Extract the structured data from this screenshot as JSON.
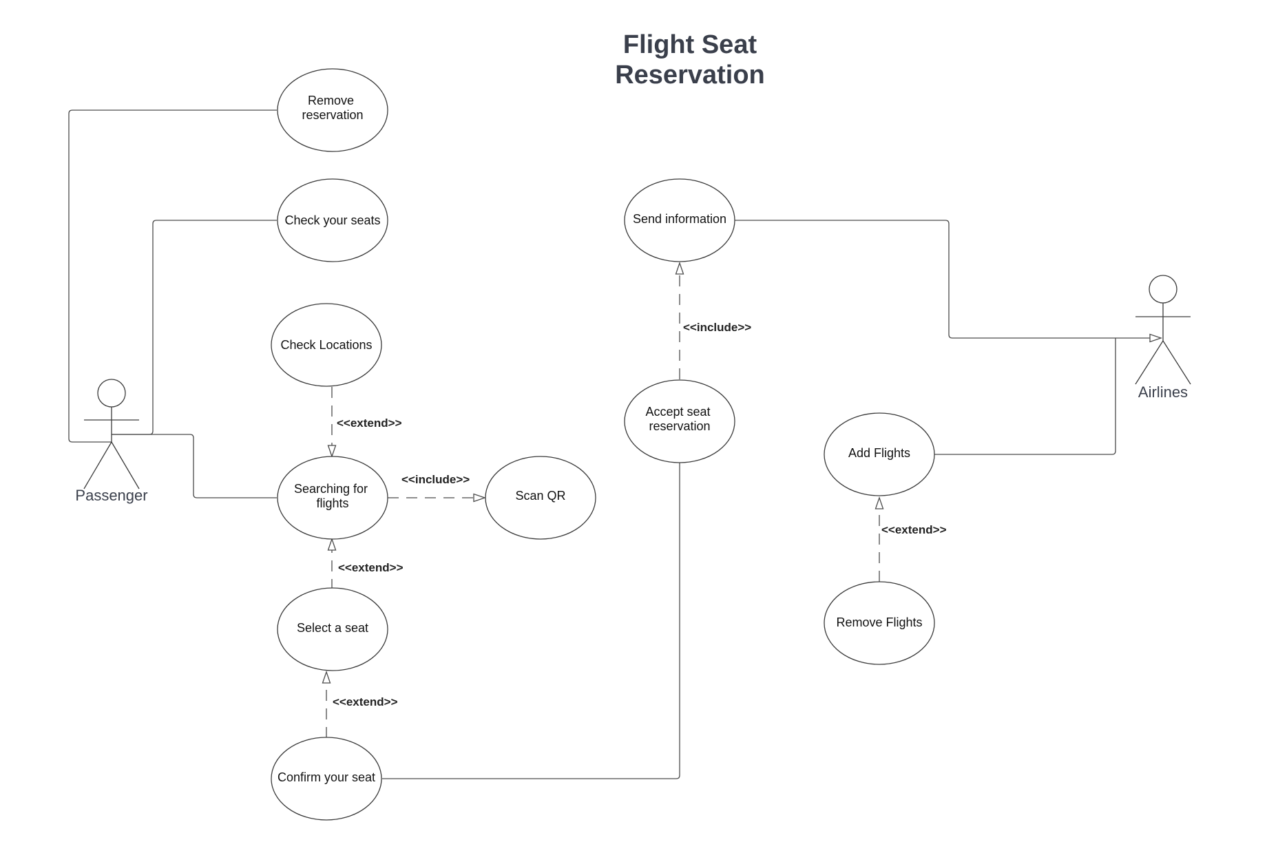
{
  "title": [
    "Flight Seat",
    "Reservation"
  ],
  "actors": {
    "passenger": "Passenger",
    "airlines": "Airlines"
  },
  "use_cases": {
    "remove_reservation": [
      "Remove",
      "reservation"
    ],
    "check_your_seats": [
      "Check your seats"
    ],
    "check_locations": [
      "Check Locations"
    ],
    "searching_for_flights": [
      "Searching for",
      "flights"
    ],
    "scan_qr": [
      "Scan QR"
    ],
    "select_a_seat": [
      "Select a seat"
    ],
    "confirm_your_seat": [
      "Confirm your seat"
    ],
    "send_information": [
      "Send information"
    ],
    "accept_seat_reservation": [
      "Accept seat",
      "reservation"
    ],
    "add_flights": [
      "Add Flights"
    ],
    "remove_flights": [
      "Remove Flights"
    ]
  },
  "relationships": {
    "check_locations_extend": "<<extend>>",
    "searching_include_scan_qr": "<<include>>",
    "select_seat_extend": "<<extend>>",
    "confirm_seat_extend": "<<extend>>",
    "accept_include_send": "<<include>>",
    "remove_flights_extend": "<<extend>>"
  },
  "colors": {
    "title": "#3a3f4b",
    "line": "#4a4a4a",
    "text": "#111111"
  }
}
